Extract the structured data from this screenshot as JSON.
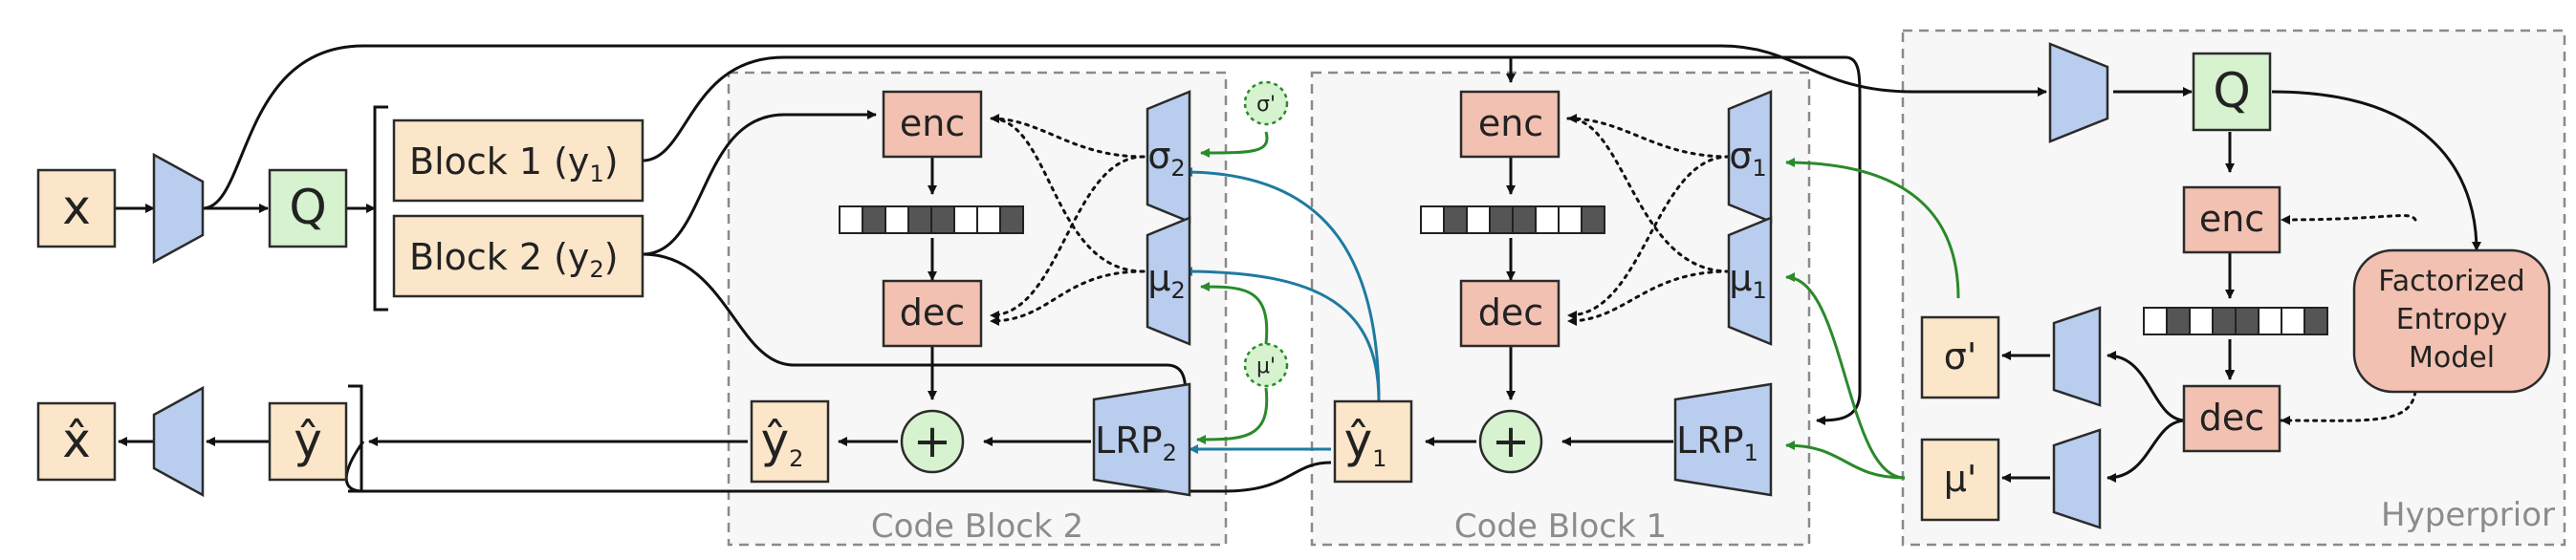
{
  "diagram": {
    "panels": {
      "code_block_2": "Code Block 2",
      "code_block_1": "Code Block 1",
      "hyperprior": "Hyperprior"
    },
    "nodes": {
      "x": "x",
      "q_main": "Q",
      "block1_text": "Block 1 (y",
      "block1_sub": "1",
      "block2_text": "Block 2 (y",
      "block2_sub": "2",
      "x_hat": "x̂",
      "y_hat": "ŷ",
      "y_hat_2": "ŷ",
      "y_hat_2_sub": "2",
      "y_hat_1": "ŷ",
      "y_hat_1_sub": "1",
      "enc2": "enc",
      "dec2": "dec",
      "enc1": "enc",
      "dec1": "dec",
      "sigma2": "σ",
      "sigma2_sub": "2",
      "mu2": "μ",
      "mu2_sub": "2",
      "sigma1": "σ",
      "sigma1_sub": "1",
      "mu1": "μ",
      "mu1_sub": "1",
      "lrp2": "LRP",
      "lrp2_sub": "2",
      "lrp1": "LRP",
      "lrp1_sub": "1",
      "plus": "+",
      "sigma_prime_small": "σ'",
      "mu_prime_small": "μ'",
      "q_hyper": "Q",
      "enc_hyper": "enc",
      "dec_hyper": "dec",
      "sigma_prime": "σ'",
      "mu_prime": "μ'",
      "factorized_line1": "Factorized",
      "factorized_line2": "Entropy",
      "factorized_line3": "Model"
    },
    "bitstream_pattern": [
      0,
      1,
      0,
      1,
      1,
      0,
      0,
      1
    ],
    "colors": {
      "beige": "#fbe6c9",
      "green": "#d6f2cf",
      "red": "#f2c1b1",
      "blue": "#b9cdee",
      "context_blue": "#1f7aa1",
      "param_green": "#2a8a2a",
      "panel_gray": "#8c8c8c"
    }
  }
}
